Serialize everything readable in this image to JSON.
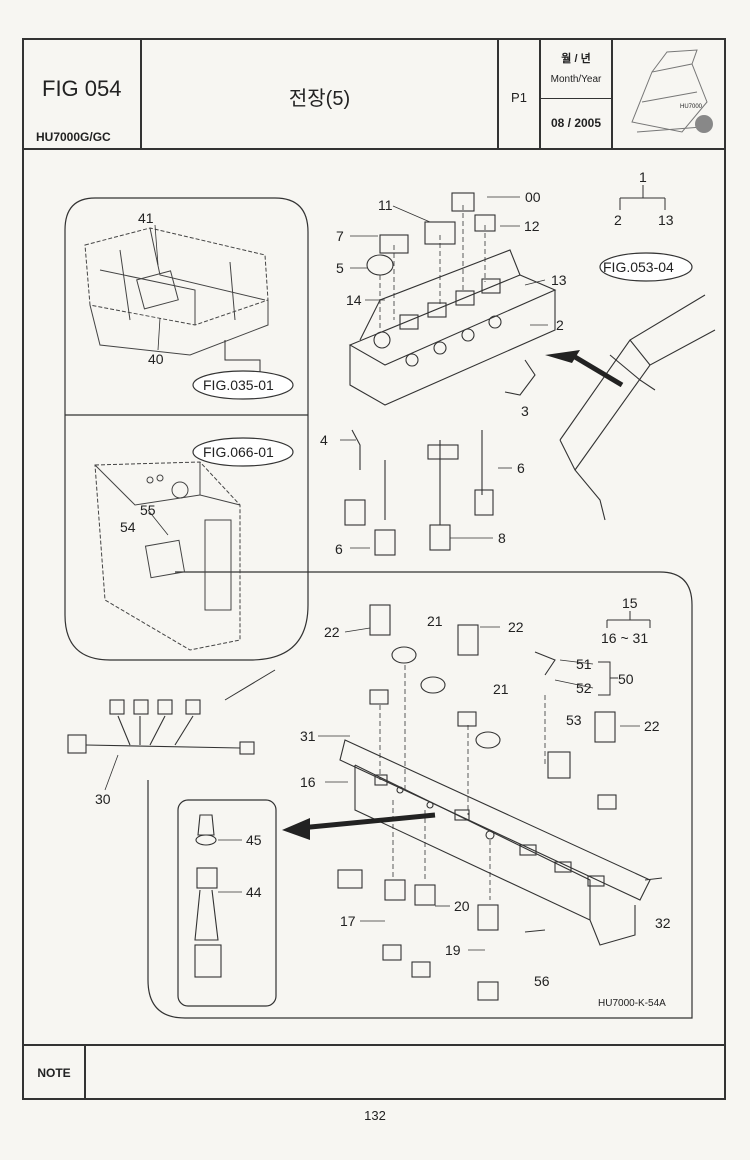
{
  "header": {
    "fig_number": "FIG 054",
    "model": "HU7000G/GC",
    "title": "전장(5)",
    "page_code": "P1",
    "date_label_korean": "월 / 년",
    "date_label_english": "Month/Year",
    "date_value": "08 / 2005"
  },
  "diagram": {
    "callouts": [
      "00",
      "11",
      "12",
      "7",
      "5",
      "14",
      "13",
      "2",
      "3",
      "4",
      "6",
      "6",
      "8",
      "1",
      "2",
      "13",
      "41",
      "40",
      "55",
      "54",
      "15",
      "16 ~ 31",
      "22",
      "21",
      "22",
      "51",
      "50",
      "52",
      "21",
      "53",
      "22",
      "31",
      "16",
      "30",
      "45",
      "44",
      "17",
      "20",
      "19",
      "56",
      "32"
    ],
    "figure_refs": [
      "FIG.053-04",
      "FIG.035-01",
      "FIG.066-01"
    ],
    "drawing_code": "HU7000-K-54A"
  },
  "footer": {
    "note_label": "NOTE",
    "page_number": "132"
  }
}
